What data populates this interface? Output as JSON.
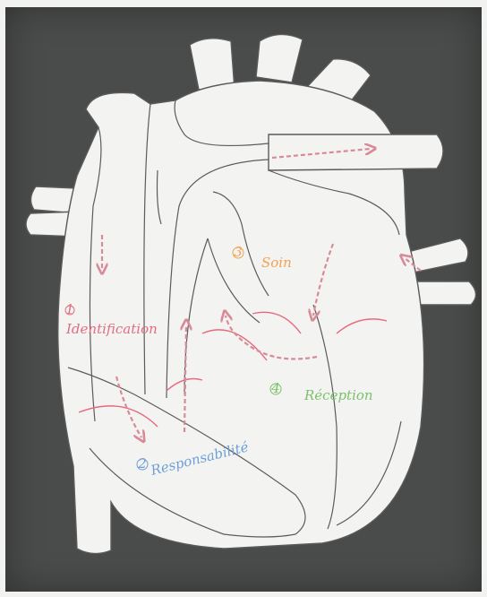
{
  "labels": {
    "identification": {
      "number": "1",
      "text": "Identification"
    },
    "responsabilite": {
      "number": "2",
      "text": "Responsabilité"
    },
    "soin": {
      "number": "3",
      "text": "Soin"
    },
    "reception": {
      "number": "4",
      "text": "Réception"
    }
  },
  "colors": {
    "board": "#4a4c4b",
    "paper": "#f2f3f1",
    "outline": "#555555",
    "arrow": "#e2a0aa",
    "red_label": "#e36d80",
    "orange_label": "#f3a050",
    "blue_label": "#6f9fd6",
    "green_label": "#7cc16a"
  }
}
